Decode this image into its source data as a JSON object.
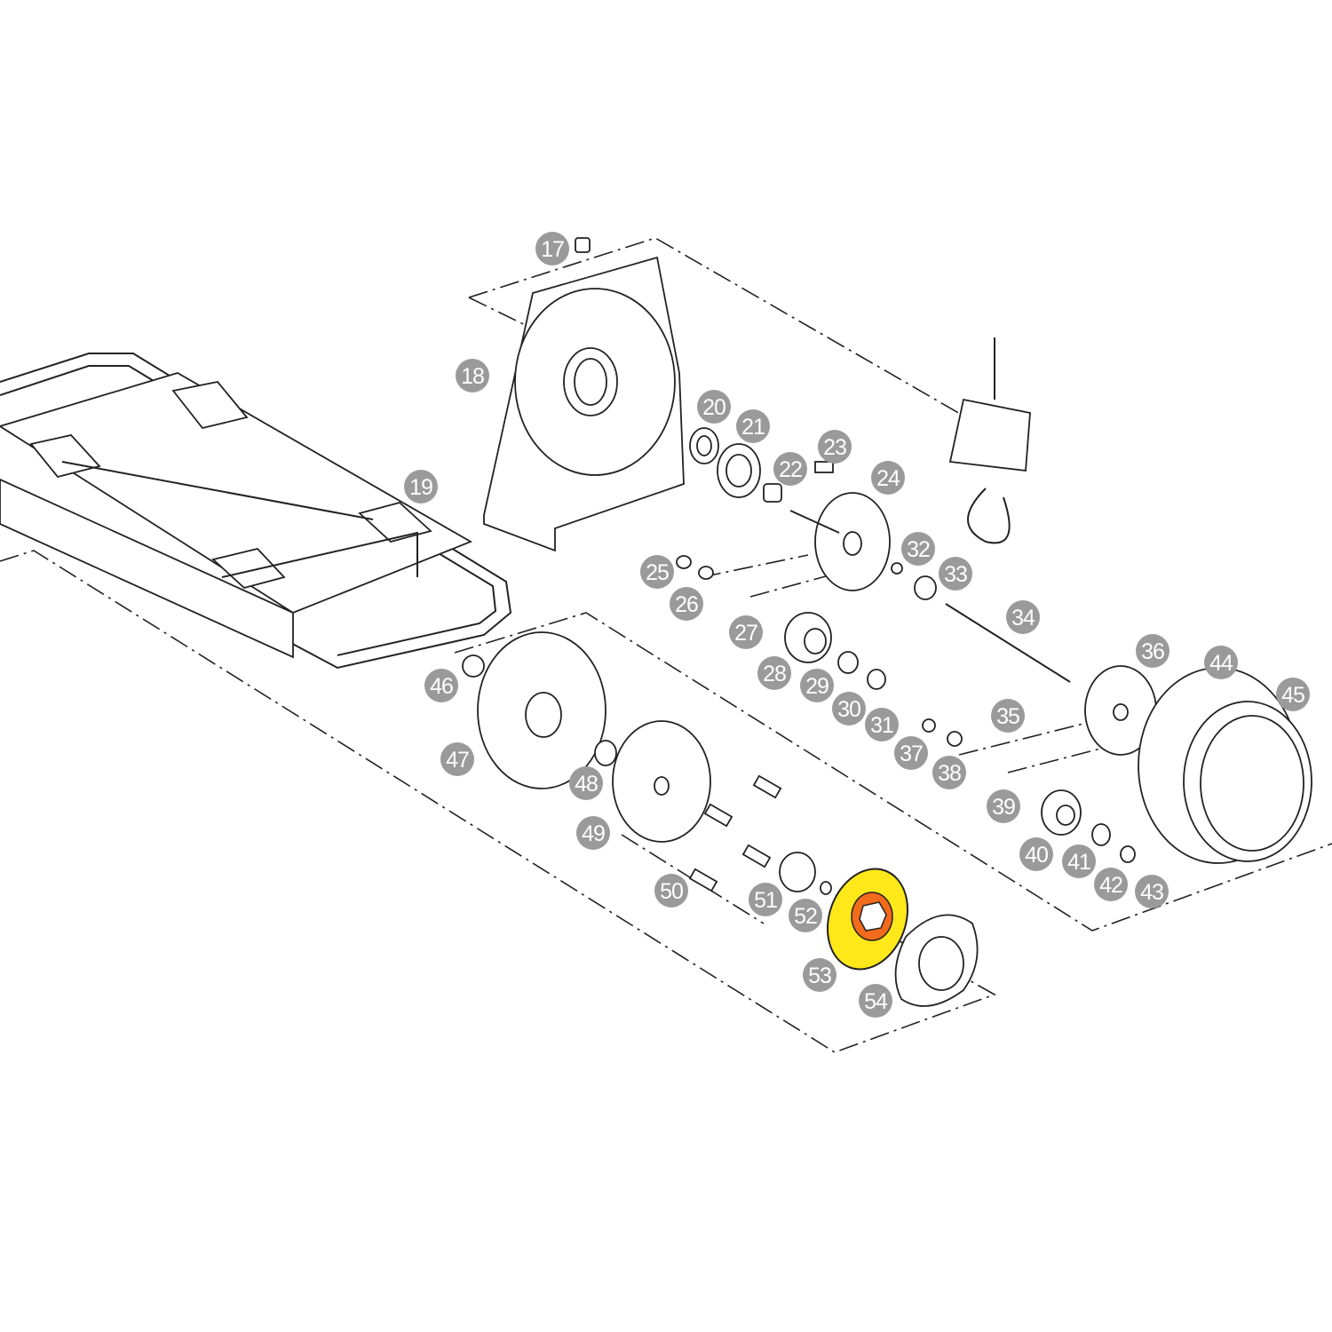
{
  "diagram": {
    "highlighted_part": "53",
    "colors": {
      "callout": "#9a9a9a",
      "highlight_washer": "#ffe81a",
      "highlight_inner": "#f26a1b",
      "line": "#222222"
    },
    "callouts": [
      "17",
      "18",
      "19",
      "20",
      "21",
      "22",
      "23",
      "24",
      "25",
      "26",
      "27",
      "28",
      "29",
      "30",
      "31",
      "32",
      "33",
      "34",
      "35",
      "36",
      "37",
      "38",
      "39",
      "40",
      "41",
      "42",
      "43",
      "44",
      "45",
      "46",
      "47",
      "48",
      "49",
      "50",
      "51",
      "52",
      "53",
      "54"
    ]
  }
}
